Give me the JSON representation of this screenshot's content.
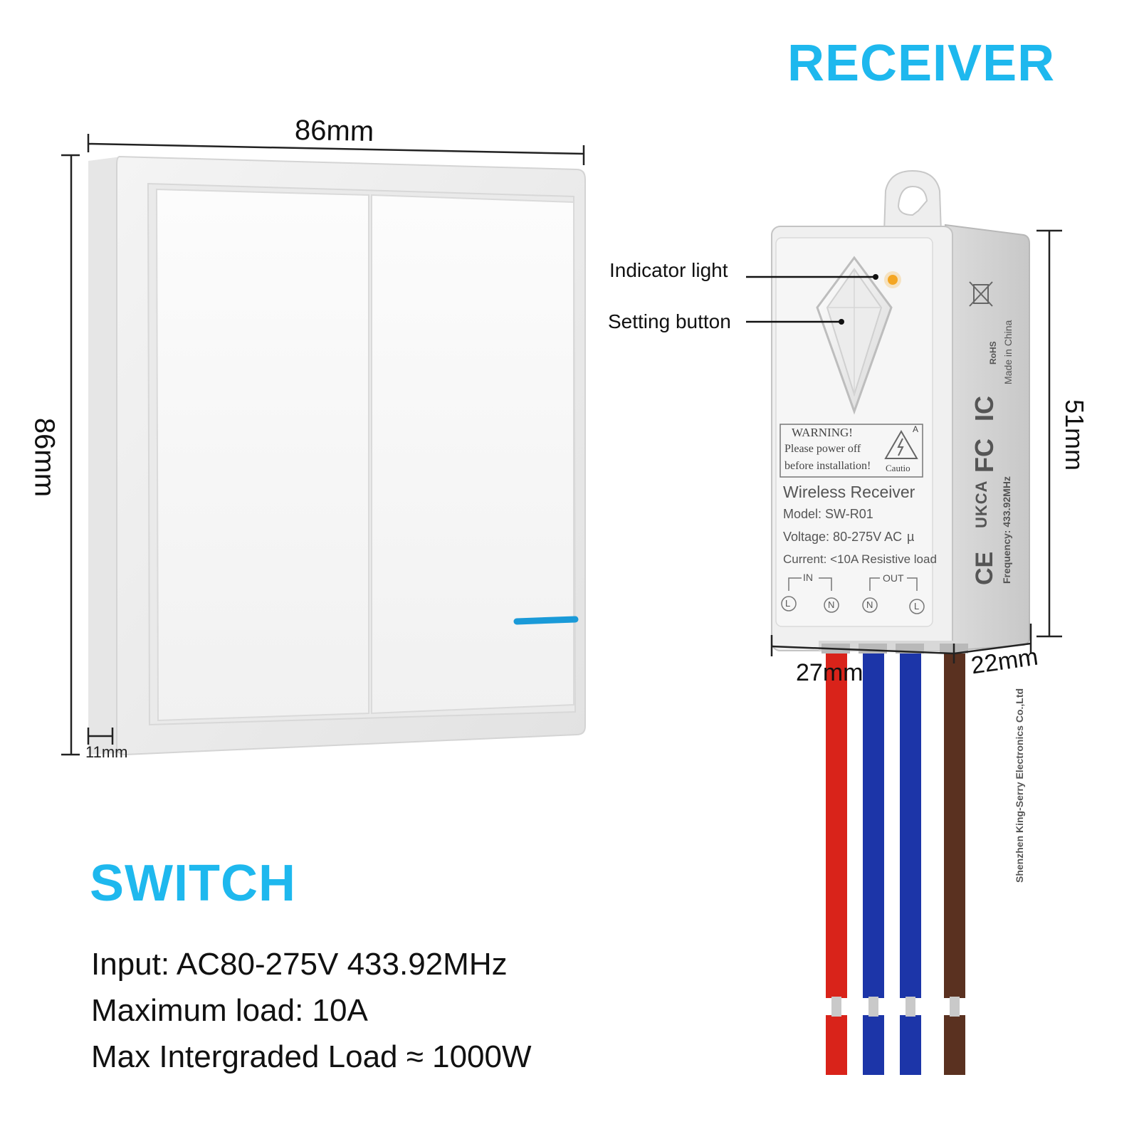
{
  "headings": {
    "receiver": "RECEIVER",
    "switch": "SWITCH"
  },
  "dimensions": {
    "switch_width": "86mm",
    "switch_height": "86mm",
    "switch_depth": "11mm",
    "receiver_height": "51mm",
    "receiver_width": "27mm",
    "receiver_depth": "22mm"
  },
  "callouts": {
    "indicator_light": "Indicator light",
    "setting_button": "Setting button"
  },
  "receiver_label": {
    "warning_title": "WARNING!",
    "warning_line1": "Please power off",
    "warning_line2": "before installation!",
    "caution": "Cautio",
    "caution_mark": "A",
    "product": "Wireless Receiver",
    "model": "Model: SW-R01",
    "voltage": "Voltage: 80-275V AC",
    "voltage_symbol": "µ",
    "current": "Current: <10A Resistive load",
    "in_label": "IN",
    "out_label": "OUT",
    "terminals": [
      "L",
      "N",
      "N",
      "L"
    ]
  },
  "receiver_side": {
    "manufacturer": "Shenzhen King-Serry Electronics Co.,Ltd",
    "frequency": "Frequency: 433.92MHz",
    "origin": "Made in China",
    "rohs": "RoHS",
    "marks": [
      "CE",
      "UKCA",
      "FC",
      "IC"
    ]
  },
  "specs": {
    "input": "Input: AC80-275V 433.92MHz",
    "max_load": "Maximum load: 10A",
    "max_integrated": "Max Intergraded Load ≈ 1000W"
  },
  "colors": {
    "accent": "#1eb8ee",
    "wire_red": "#d9231a",
    "wire_blue": "#1c35a8",
    "wire_brown": "#5a3120",
    "indicator_blue": "#1a9ad8",
    "led_orange": "#f5a623"
  }
}
